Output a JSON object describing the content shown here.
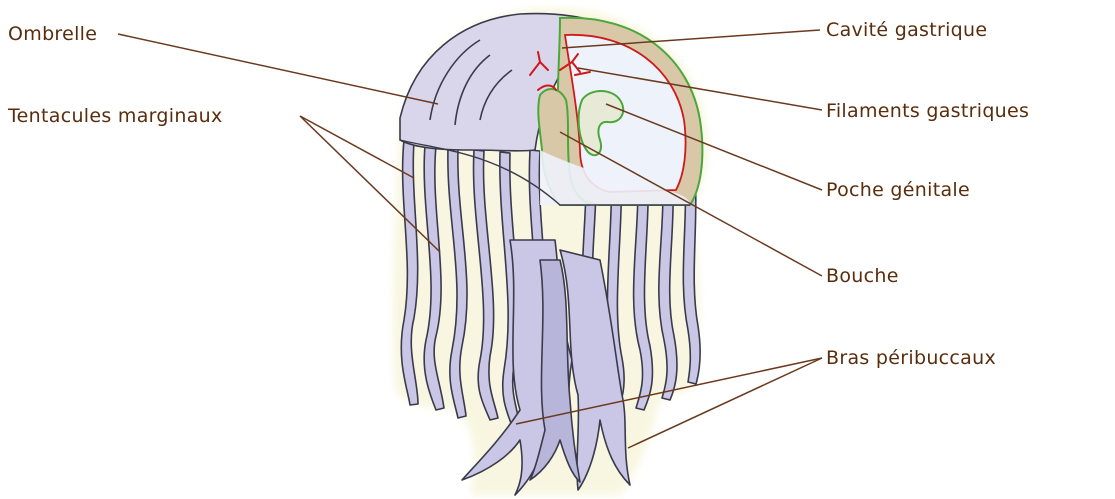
{
  "colors": {
    "label_text": "#5a2d0c",
    "leader_line": "#6b3a1e",
    "tentacle_fill": "#c9c6e6",
    "tentacle_stroke": "#3a3a4a",
    "bell_fill": "#d9d6ec",
    "cavity_fill": "#eef2fb",
    "tissue_fill": "#d8c8a8",
    "glow": "#f3f0c8",
    "filament_red": "#d01a1a",
    "cut_green": "#4aa83a"
  },
  "labels": {
    "ombrelle": "Ombrelle",
    "tentacules": "Tentacules marginaux",
    "cavite": "Cavité gastrique",
    "filaments": "Filaments gastriques",
    "poche": "Poche génitale",
    "bouche": "Bouche",
    "bras": "Bras péribuccaux"
  }
}
